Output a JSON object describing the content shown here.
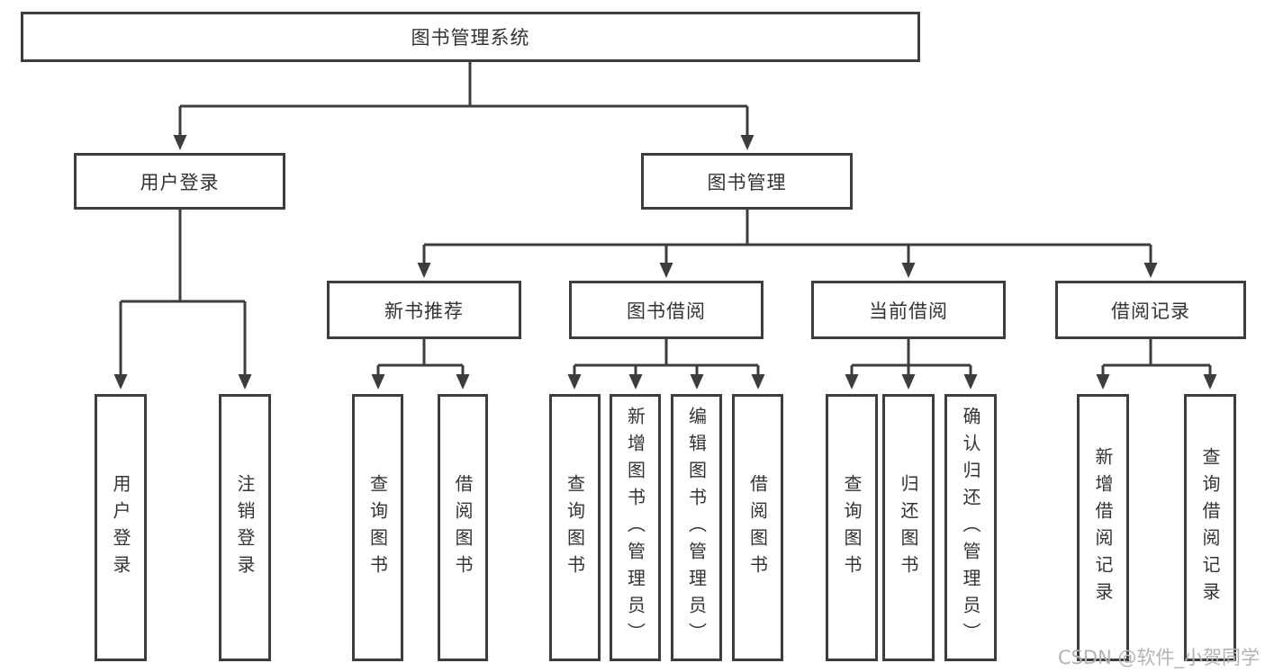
{
  "diagram": {
    "title": "图书管理系统",
    "colors": {
      "line": "#3d3d3d",
      "text": "#333333",
      "background": "#ffffff",
      "watermark": "#b3b3b3"
    },
    "nodes": {
      "root": {
        "label": "图书管理系统"
      },
      "user_login": {
        "label": "用户登录"
      },
      "book_mgmt": {
        "label": "图书管理"
      },
      "new_book_rec": {
        "label": "新书推荐"
      },
      "book_borrow": {
        "label": "图书借阅"
      },
      "current_borrow": {
        "label": "当前借阅"
      },
      "borrow_record": {
        "label": "借阅记录"
      },
      "leaf_user_login": {
        "label": "用户登录"
      },
      "leaf_logout": {
        "label": "注销登录"
      },
      "leaf_nb_query_books": {
        "label": "查询图书"
      },
      "leaf_nb_borrow_books": {
        "label": "借阅图书"
      },
      "leaf_bb_query_books": {
        "label": "查询图书"
      },
      "leaf_bb_add_books": {
        "label": "新增图书（管理员）"
      },
      "leaf_bb_edit_books": {
        "label": "编辑图书（管理员）"
      },
      "leaf_bb_borrow_books": {
        "label": "借阅图书"
      },
      "leaf_cb_query_books": {
        "label": "查询图书"
      },
      "leaf_cb_return_books": {
        "label": "归还图书"
      },
      "leaf_cb_confirm_return": {
        "label": "确认归还（管理员）"
      },
      "leaf_br_add_record": {
        "label": "新增借阅记录"
      },
      "leaf_br_query_record": {
        "label": "查询借阅记录"
      }
    },
    "edges": [
      "图书管理系统→用户登录",
      "图书管理系统→图书管理",
      "用户登录→用户登录",
      "用户登录→注销登录",
      "图书管理→新书推荐",
      "图书管理→图书借阅",
      "图书管理→当前借阅",
      "图书管理→借阅记录",
      "新书推荐→查询图书",
      "新书推荐→借阅图书",
      "图书借阅→查询图书",
      "图书借阅→新增图书（管理员）",
      "图书借阅→编辑图书（管理员）",
      "图书借阅→借阅图书",
      "当前借阅→查询图书",
      "当前借阅→归还图书",
      "当前借阅→确认归还（管理员）",
      "借阅记录→新增借阅记录",
      "借阅记录→查询借阅记录"
    ]
  },
  "watermark": {
    "text": "CSDN @软件_小贺同学"
  }
}
